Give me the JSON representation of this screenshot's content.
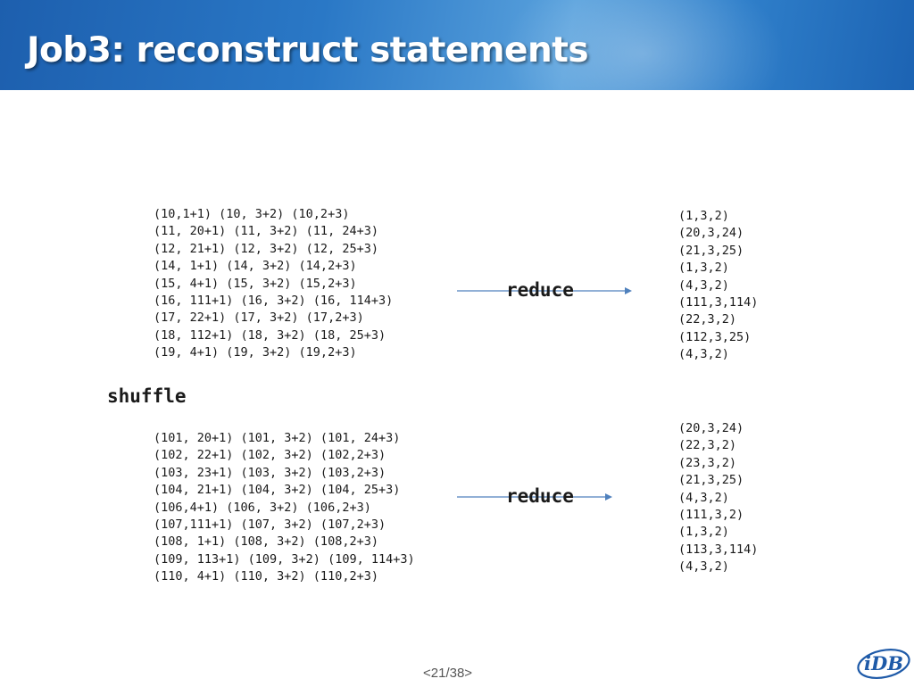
{
  "slide": {
    "title": "Job3: reconstruct statements",
    "page_number": "<21/38>"
  },
  "left_top": [
    "(10,1+1) (10, 3+2) (10,2+3)",
    "(11, 20+1) (11, 3+2) (11, 24+3)",
    "(12, 21+1) (12, 3+2) (12, 25+3)",
    "(14, 1+1) (14, 3+2) (14,2+3)",
    "(15, 4+1) (15, 3+2) (15,2+3)",
    "(16, 111+1) (16, 3+2) (16, 114+3)",
    "(17, 22+1) (17, 3+2) (17,2+3)",
    "(18, 112+1) (18, 3+2) (18, 25+3)",
    "(19, 4+1) (19, 3+2) (19,2+3)"
  ],
  "left_bottom": [
    "(101, 20+1) (101, 3+2) (101, 24+3)",
    "(102, 22+1) (102, 3+2) (102,2+3)",
    "(103, 23+1) (103, 3+2) (103,2+3)",
    "(104, 21+1) (104, 3+2) (104, 25+3)",
    "(106,4+1) (106, 3+2) (106,2+3)",
    "(107,111+1) (107, 3+2) (107,2+3)",
    "(108, 1+1) (108, 3+2) (108,2+3)",
    "(109, 113+1) (109, 3+2) (109, 114+3)",
    "(110, 4+1) (110, 3+2) (110,2+3)"
  ],
  "right_top": [
    "(1,3,2)",
    "(20,3,24)",
    "(21,3,25)",
    "(1,3,2)",
    "(4,3,2)",
    "(111,3,114)",
    "(22,3,2)",
    "(112,3,25)",
    "(4,3,2)"
  ],
  "right_bottom": [
    "(20,3,24)",
    "(22,3,2)",
    "(23,3,2)",
    "(21,3,25)",
    "(4,3,2)",
    "(111,3,2)",
    "(1,3,2)",
    "(113,3,114)",
    "(4,3,2)"
  ],
  "labels": {
    "shuffle": "shuffle",
    "reduce_top": "reduce",
    "reduce_bottom": "reduce"
  },
  "logo": {
    "text": "iDB",
    "icon": "idb-logo-icon",
    "color": "#1e5aa8"
  },
  "colors": {
    "header": "#2a78c6",
    "arrow": "#4f81bd"
  }
}
